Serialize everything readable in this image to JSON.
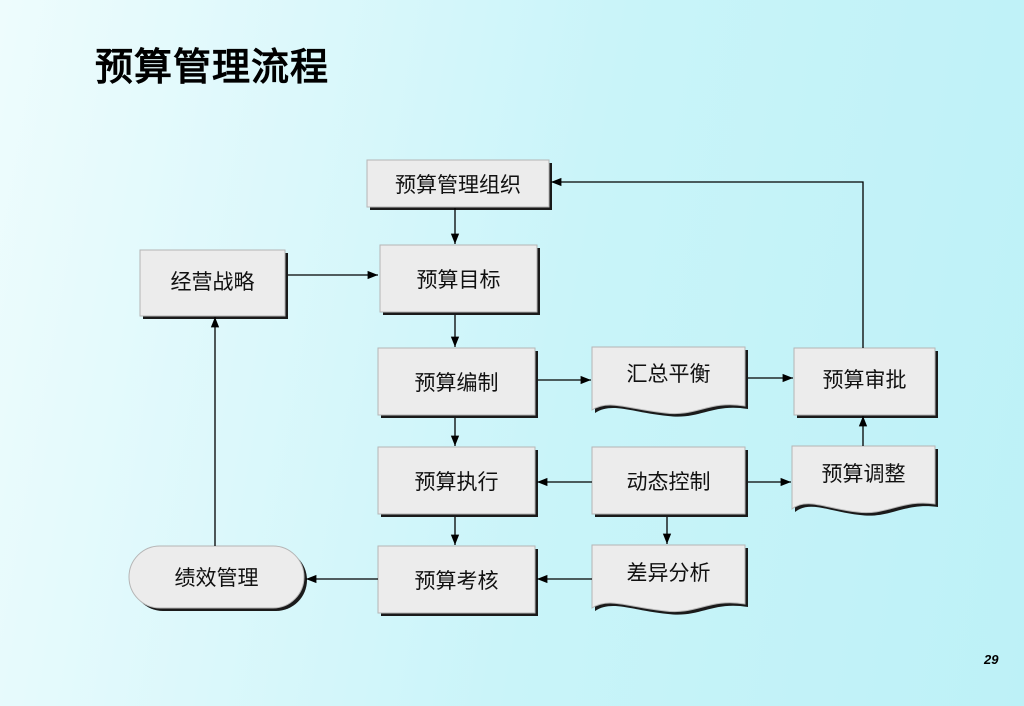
{
  "title": "预算管理流程",
  "page_number": "29",
  "nodes": {
    "budget_org": "预算管理组织",
    "business_strategy": "经营战略",
    "budget_target": "预算目标",
    "budget_compile": "预算编制",
    "summary_balance": "汇总平衡",
    "budget_approval": "预算审批",
    "budget_execution": "预算执行",
    "dynamic_control": "动态控制",
    "budget_adjustment": "预算调整",
    "performance_mgmt": "绩效管理",
    "budget_assessment": "预算考核",
    "variance_analysis": "差异分析"
  },
  "colors": {
    "box_fill": "#ececec",
    "box_shadow": "#1a1a1a",
    "line": "#000000"
  }
}
